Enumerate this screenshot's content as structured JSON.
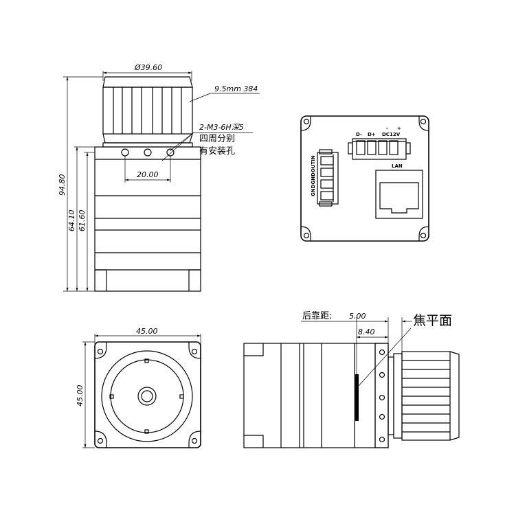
{
  "dimensions": {
    "lens_diameter": "Ø39.60",
    "lens_size": "9.5mm 384",
    "mount_hole_spec": "2-M3-6H深5",
    "mount_hole_desc_line1": "四周分别",
    "mount_hole_desc_line2": "有安装孔",
    "hole_spacing": "20.00",
    "total_height": "94.80",
    "height_64": "64.10",
    "height_61": "61.60",
    "front_width": "45.00",
    "front_height": "45.00",
    "back_focus_label": "后靠距:",
    "back_focus_value": "5.00",
    "offset_value": "8.40",
    "focal_plane": "焦平面"
  },
  "connector": {
    "pins_left": "D-",
    "pins_right": "D+",
    "minus": "-",
    "plus": "+",
    "power": "DC12V",
    "lan": "LAN",
    "io_label": "GNDGNDOUTIN"
  }
}
